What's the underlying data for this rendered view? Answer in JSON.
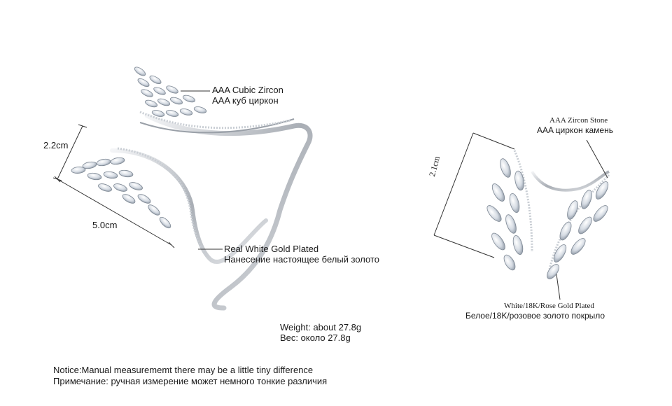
{
  "left_product": {
    "stone_label_en": "AAA Cubic Zircon",
    "stone_label_ru": "AAA куб циркон",
    "height_dim": "2.2cm",
    "width_dim": "5.0cm",
    "plating_label_en": "Real White Gold Plated",
    "plating_label_ru": "Нанесение настоящее белый золото",
    "weight_en": "Weight: about  27.8g",
    "weight_ru": "Вес: около  27.8g"
  },
  "right_product": {
    "stone_label_en": "AAA Zircon Stone",
    "stone_label_ru": "AAA циркон камень",
    "height_dim": "2.1cm",
    "plating_label_en": "White/18K/Rose Gold Plated",
    "plating_label_ru": "Белое/18K/розовое золото покрыло"
  },
  "notice": {
    "en": "Notice:Manual measurememt there may be a little tiny difference",
    "ru": "Примечание: ручная измерение может немного тонкие различия"
  },
  "colors": {
    "metal": "#b8bcc2",
    "stone": "#dde3ea",
    "line": "#333333"
  }
}
